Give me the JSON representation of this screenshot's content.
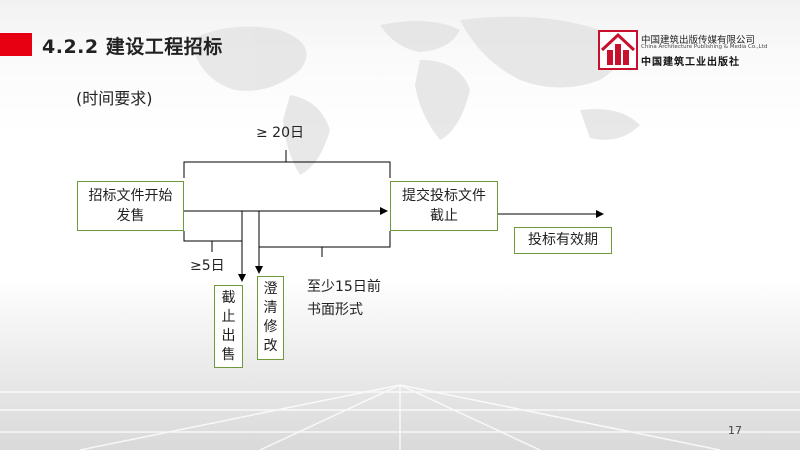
{
  "slide": {
    "section_title": "4.2.2  建设工程招标",
    "subtitle": "(时间要求)",
    "page_number": "17"
  },
  "publisher": {
    "name_cn": "中国建筑出版传媒有限公司",
    "name_en": "China Architecture Publishing & Media Co.,Ltd",
    "name_calligraphy": "中国建筑工业出版社"
  },
  "diagram": {
    "box_start": [
      "招标文件开始",
      "发售"
    ],
    "box_deadline": [
      "提交投标文件",
      "截止"
    ],
    "box_validity": "投标有效期",
    "label_20d": "≥ 20日",
    "label_5d": "≥5日",
    "label_15d": [
      "至少15日前",
      "书面形式"
    ],
    "vbox_stop_sale": [
      "截",
      "止",
      "出",
      "售"
    ],
    "vbox_clarify": [
      "澄",
      "清",
      "修",
      "改"
    ]
  },
  "colors": {
    "accent": "#e60012",
    "box_border": "#6f9a3a",
    "line": "#000000"
  }
}
